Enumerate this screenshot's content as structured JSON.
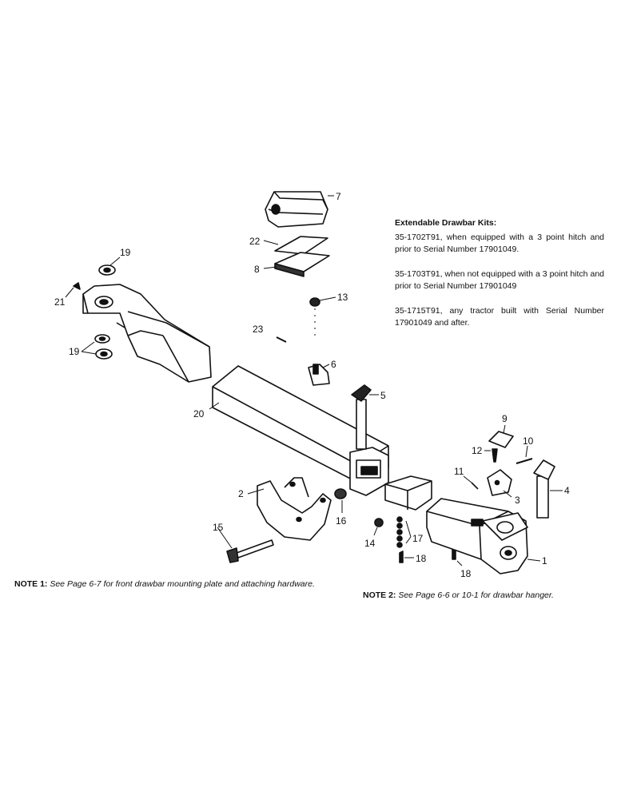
{
  "kits": {
    "title": "Extendable Drawbar Kits:",
    "entries": [
      "35-1702T91, when equipped with a 3 point hitch and prior to Serial Number 17901049.",
      "35-1703T91, when not equipped with a 3 point hitch and prior to Serial Number 17901049",
      "35-1715T91, any tractor built with Serial Number 17901049 and after."
    ]
  },
  "notes": {
    "note1_label": "NOTE 1:",
    "note1_text": "See Page 6-7 for front drawbar mounting plate and attaching hardware.",
    "note2_label": "NOTE 2:",
    "note2_text": "See Page 6-6 or 10-1 for drawbar hanger."
  },
  "callouts": {
    "c1": "1",
    "c2": "2",
    "c3": "3",
    "c4": "4",
    "c5": "5",
    "c6": "6",
    "c7": "7",
    "c8": "8",
    "c9": "9",
    "c10": "10",
    "c11": "11",
    "c12": "12",
    "c13": "13",
    "c14": "14",
    "c15": "15",
    "c16": "16",
    "c17": "17",
    "c18a": "18",
    "c18b": "18",
    "c19a": "19",
    "c19b": "19",
    "c20": "20",
    "c21": "21",
    "c22": "22",
    "c23": "23"
  }
}
